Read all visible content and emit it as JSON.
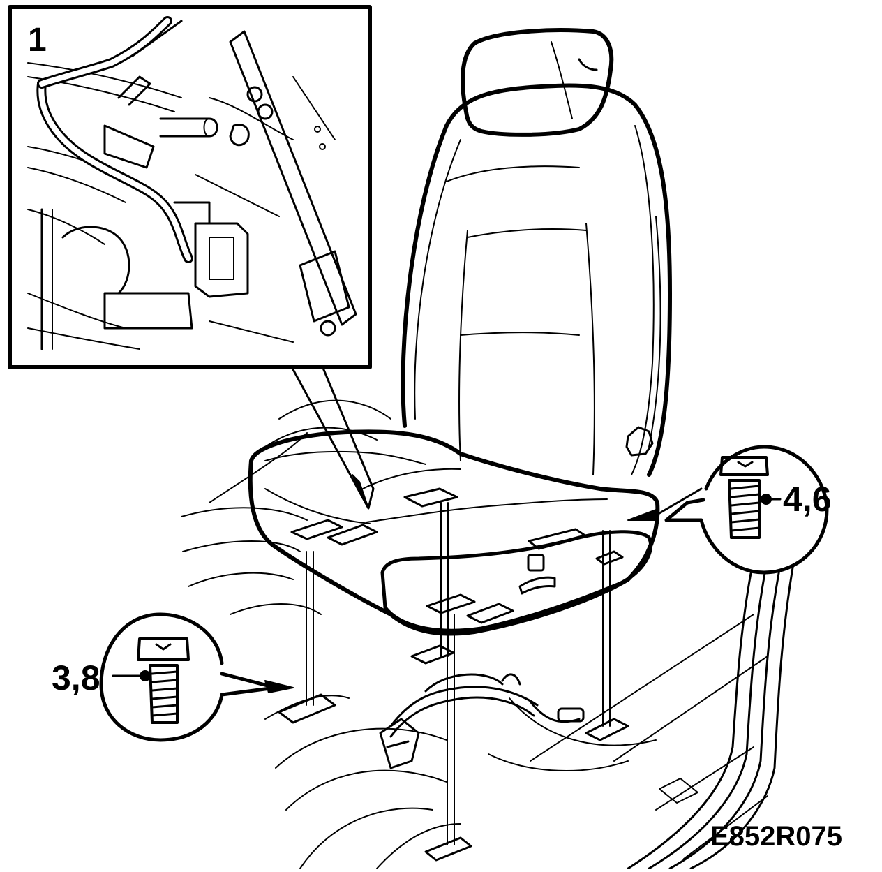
{
  "inset": {
    "label": "1"
  },
  "callouts": {
    "right": {
      "label": "4,6"
    },
    "left": {
      "label": "3,8"
    }
  },
  "figure": {
    "code": "E852R075"
  },
  "colors": {
    "ink": "#000000",
    "paper": "#ffffff"
  }
}
